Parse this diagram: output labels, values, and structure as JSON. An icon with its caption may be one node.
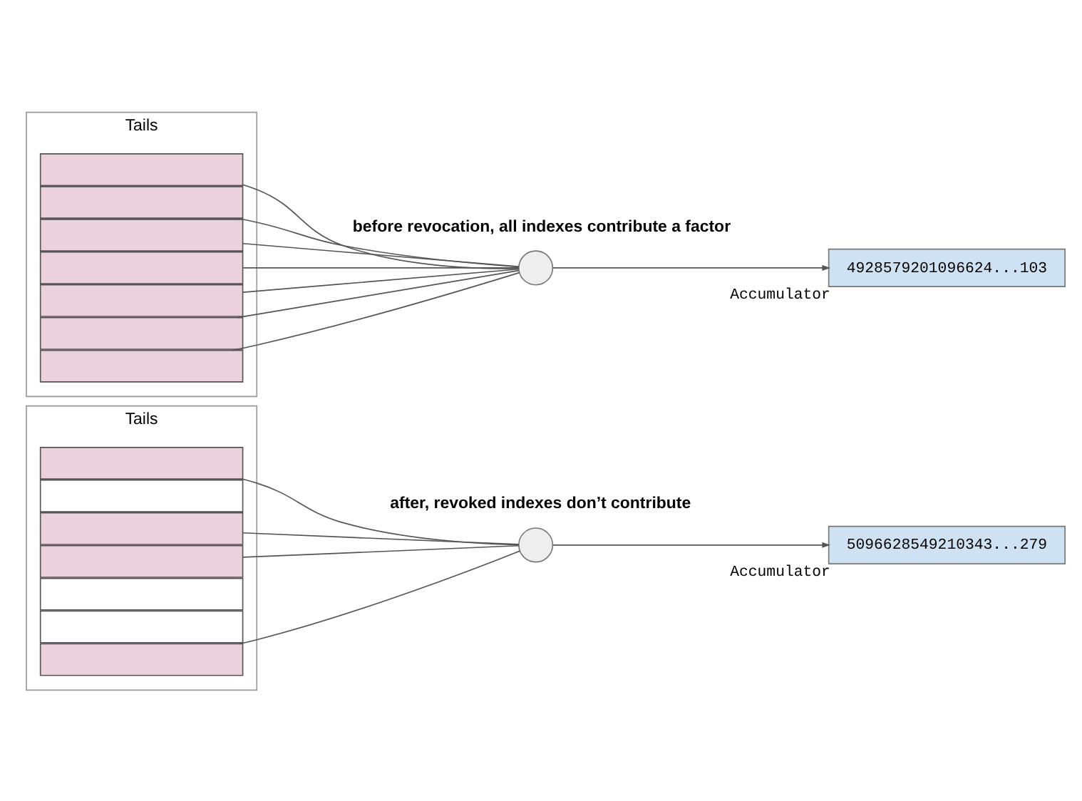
{
  "diagram": {
    "nodes": [
      {
        "text": [
          "Tails"
        ]
      },
      {
        "text": [],
        "shape": "box",
        "in": 0
      },
      {
        "text": [],
        "shape": "box",
        "in": 0
      },
      {
        "text": [],
        "shape": "box",
        "in": 0
      },
      {
        "text": [],
        "shape": "box",
        "in": 0
      },
      {
        "text": [],
        "shape": "box",
        "in": 0
      },
      {
        "text": [],
        "shape": "box",
        "in": 0
      },
      {
        "text": [],
        "shape": "box",
        "in": 0
      },
      {
        "text": [],
        "shape": "circle"
      },
      {
        "text": [
          "4928579201096624...103"
        ],
        "beside": [
          "Accumulator"
        ]
      },
      {
        "text": [
          "Tails"
        ]
      },
      {
        "text": [],
        "shape": "box",
        "in": 10
      },
      {
        "text": [],
        "shape": "box",
        "in": 10
      },
      {
        "text": [],
        "shape": "box",
        "in": 10
      },
      {
        "text": [],
        "shape": "box",
        "in": 10
      },
      {
        "text": [],
        "shape": "box",
        "in": 10
      },
      {
        "text": [],
        "shape": "box",
        "in": 10
      },
      {
        "text": [],
        "shape": "box",
        "in": 10
      },
      {
        "text": [],
        "shape": "circle"
      },
      {
        "text": [
          "5096628549210343...279"
        ],
        "beside": [
          "Accumulator"
        ]
      }
    ],
    "edges": [
      {
        "from": 1,
        "to": 8,
        "arrow": "none"
      },
      {
        "from": 2,
        "to": 8,
        "arrow": "none"
      },
      {
        "from": 3,
        "to": 8,
        "arrow": "none"
      },
      {
        "from": 4,
        "to": 8,
        "arrow": "none"
      },
      {
        "from": 5,
        "to": 8,
        "arrow": "none"
      },
      {
        "from": 6,
        "to": 8,
        "arrow": "none"
      },
      {
        "from": 7,
        "to": 8,
        "arrow": "none"
      },
      {
        "from": 8,
        "to": 9,
        "arrow": "to"
      },
      {
        "from": 11,
        "to": 18,
        "arrow": "none"
      },
      {
        "from": 13,
        "to": 18,
        "arrow": "none"
      },
      {
        "from": 14,
        "to": 18,
        "arrow": "none"
      },
      {
        "from": 17,
        "to": 18,
        "arrow": "none"
      },
      {
        "from": 18,
        "to": 19,
        "arrow": "to"
      }
    ],
    "labels": [
      "before revocation, all indexes contribute a factor",
      "after, revoked indexes don’t contribute"
    ]
  }
}
